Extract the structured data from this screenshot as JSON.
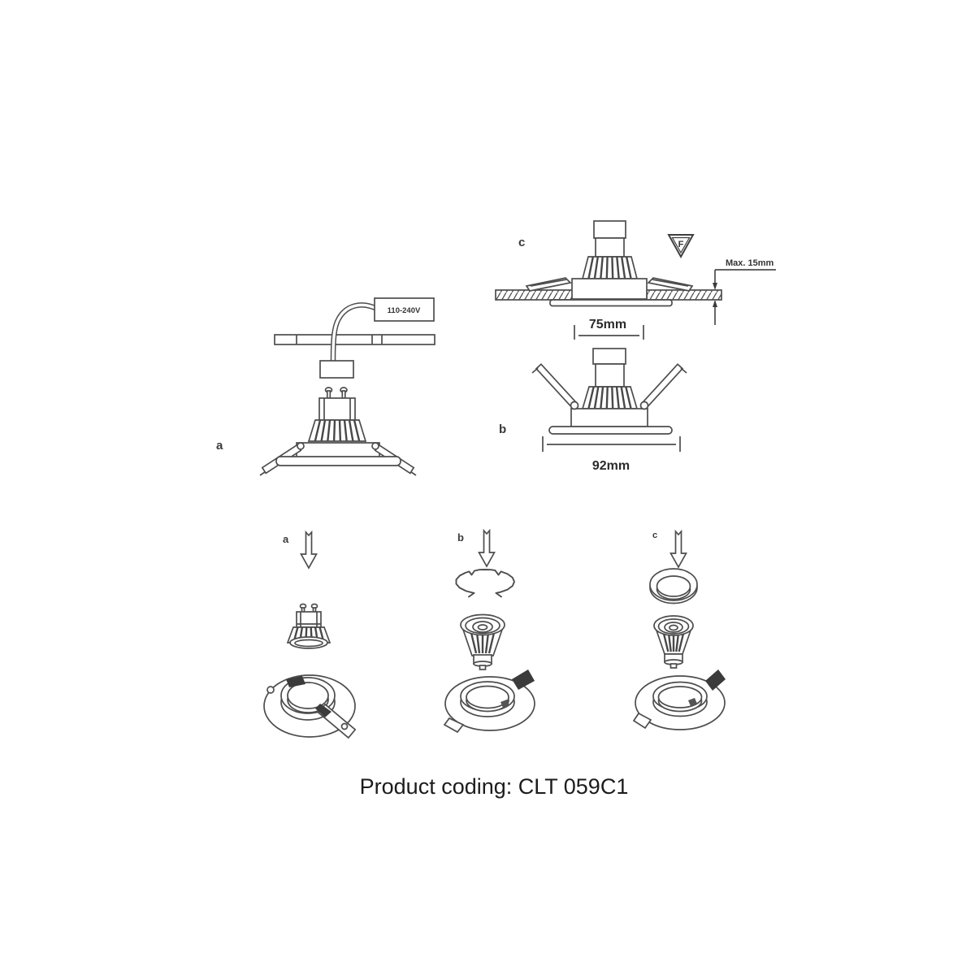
{
  "colors": {
    "background": "#ffffff",
    "line": "#4d4d4d",
    "text": "#2a2a2a"
  },
  "installation": {
    "a": {
      "label": "a",
      "driver_label": "110-240V"
    },
    "b": {
      "label": "b",
      "diameter": "92mm"
    },
    "c": {
      "label": "c",
      "f_symbol": "F",
      "max_depth": "Max. 15mm",
      "cutout": "75mm"
    }
  },
  "assembly": {
    "a": {
      "label": "a"
    },
    "b": {
      "label": "b"
    },
    "c": {
      "label": "c"
    }
  },
  "footer": {
    "product_coding": "Product coding: CLT 059C1"
  }
}
